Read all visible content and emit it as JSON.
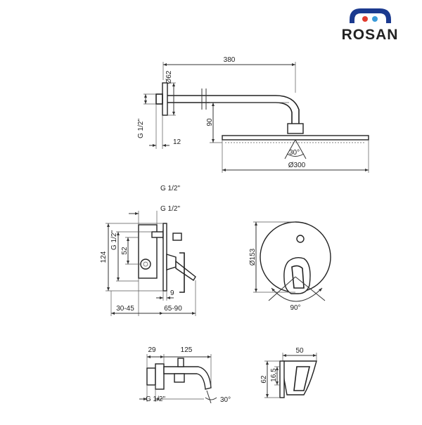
{
  "brand": {
    "name": "ROSAN",
    "colors": {
      "primary": "#1b3a8f",
      "accent": "#e23b2e",
      "secondary": "#3a9bd9"
    }
  },
  "shower_head": {
    "arm_length": "380",
    "flange_dia": "Ø62",
    "thread": "G 1/2\"",
    "wall_depth": "12",
    "drop": "90",
    "tilt": "30°",
    "head_dia": "Ø300"
  },
  "floating_label": "G 1/2\"",
  "mixer_side": {
    "top_thread": "G 1/2\"",
    "height": "124",
    "thread_side": "G 1/2\"",
    "spacing": "52",
    "offset": "9",
    "embed_depth": "30-45",
    "protrusion": "65-90"
  },
  "mixer_front": {
    "plate_dia": "Ø153",
    "rotation": "90°"
  },
  "spout": {
    "depth": "29",
    "length": "125",
    "thread": "G 1/2\"",
    "angle": "30°"
  },
  "holder": {
    "width": "50",
    "height": "62",
    "hole": "16,5"
  }
}
